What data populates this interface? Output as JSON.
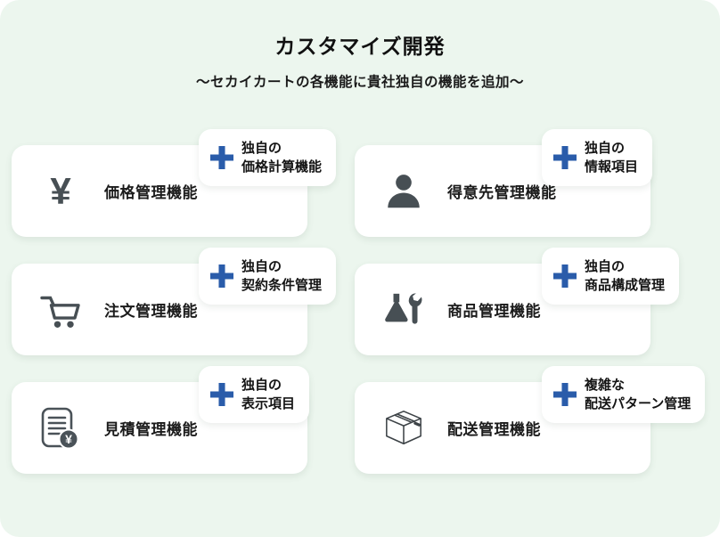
{
  "page": {
    "title": "カスタマイズ開発",
    "subtitle": "〜セカイカートの各機能に貴社独自の機能を追加〜"
  },
  "colors": {
    "background": "#ecf6ee",
    "card": "#ffffff",
    "plus_accent": "#2a5caa",
    "icon_gray": "#474f54"
  },
  "icons": {
    "yen_glyph": "¥",
    "doc_yen_glyph": "¥"
  },
  "features": [
    {
      "icon": "yen-icon",
      "label": "価格管理機能",
      "addition_line1": "独自の",
      "addition_line2": "価格計算機能"
    },
    {
      "icon": "person-icon",
      "label": "得意先管理機能",
      "addition_line1": "独自の",
      "addition_line2": "情報項目"
    },
    {
      "icon": "cart-icon",
      "label": "注文管理機能",
      "addition_line1": "独自の",
      "addition_line2": "契約条件管理"
    },
    {
      "icon": "flask-wrench-icon",
      "label": "商品管理機能",
      "addition_line1": "独自の",
      "addition_line2": "商品構成管理"
    },
    {
      "icon": "document-yen-icon",
      "label": "見積管理機能",
      "addition_line1": "独自の",
      "addition_line2": "表示項目"
    },
    {
      "icon": "box-icon",
      "label": "配送管理機能",
      "addition_line1": "複雑な",
      "addition_line2": "配送パターン管理"
    }
  ]
}
